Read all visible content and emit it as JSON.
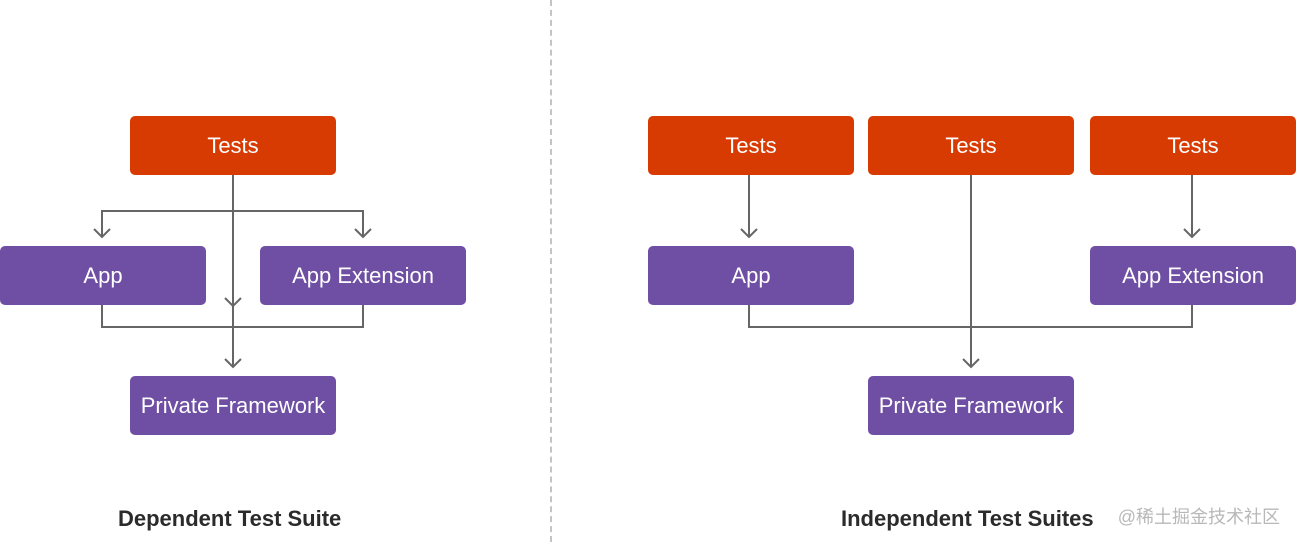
{
  "left": {
    "caption": "Dependent Test Suite",
    "tests": "Tests",
    "app": "App",
    "app_extension": "App Extension",
    "private_framework": "Private Framework"
  },
  "right": {
    "caption": "Independent Test Suites",
    "tests": [
      "Tests",
      "Tests",
      "Tests"
    ],
    "app": "App",
    "app_extension": "App Extension",
    "private_framework": "Private Framework"
  },
  "watermark": "@稀土掘金技术社区",
  "colors": {
    "tests": "#d83b01",
    "component": "#6f4fa3",
    "connector": "#666666"
  }
}
